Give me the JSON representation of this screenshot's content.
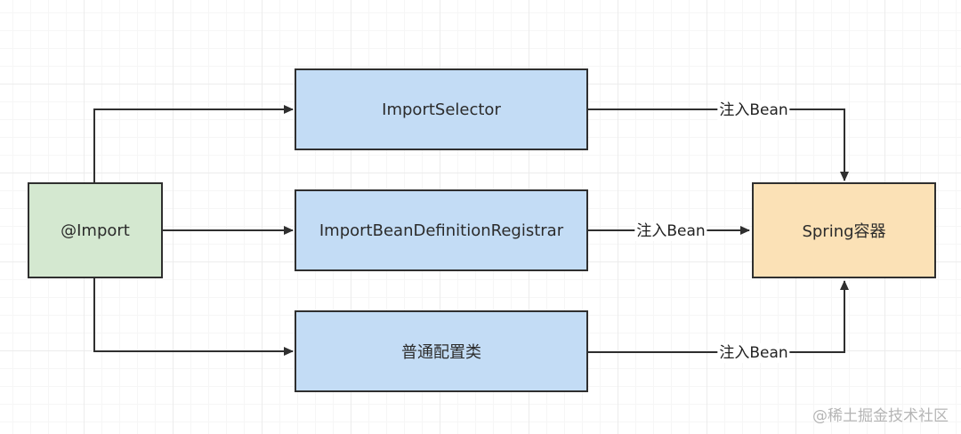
{
  "nodes": {
    "import": {
      "label": "@Import",
      "fill": "#d4e8d0"
    },
    "selector": {
      "label": "ImportSelector",
      "fill": "#c3dcf5"
    },
    "registrar": {
      "label": "ImportBeanDefinitionRegistrar",
      "fill": "#c3dcf5"
    },
    "config": {
      "label": "普通配置类",
      "fill": "#c3dcf5"
    },
    "container": {
      "label": "Spring容器",
      "fill": "#fbe1b6"
    }
  },
  "edges": {
    "selector_to_container": {
      "label": "注入Bean"
    },
    "registrar_to_container": {
      "label": "注入Bean"
    },
    "config_to_container": {
      "label": "注入Bean"
    }
  },
  "watermark": "@稀土掘金技术社区",
  "colors": {
    "line": "#2f2f2f"
  }
}
